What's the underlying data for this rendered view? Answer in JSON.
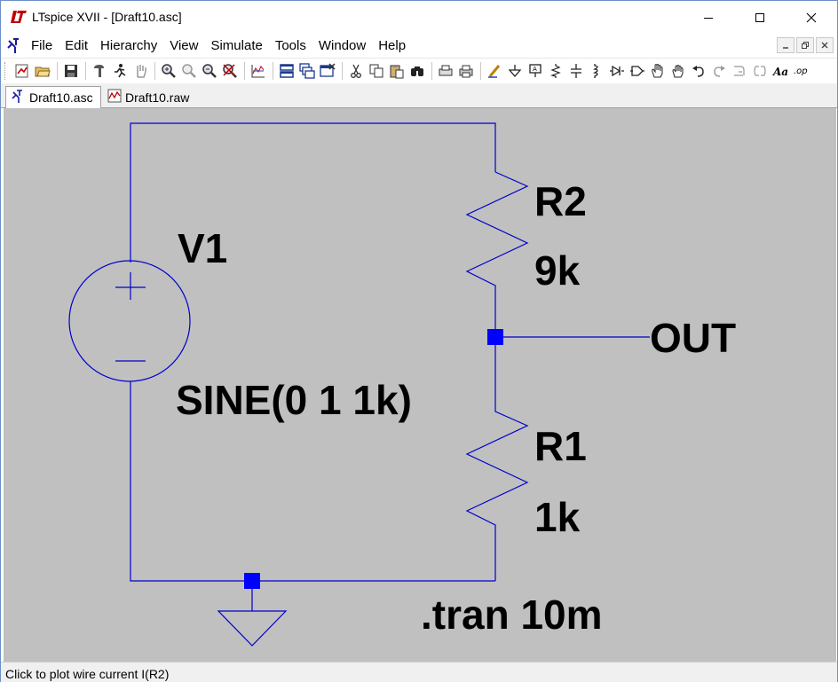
{
  "window": {
    "title": "LTspice XVII - [Draft10.asc]"
  },
  "menu": {
    "items": [
      {
        "label": "File"
      },
      {
        "label": "Edit"
      },
      {
        "label": "Hierarchy"
      },
      {
        "label": "View"
      },
      {
        "label": "Simulate"
      },
      {
        "label": "Tools"
      },
      {
        "label": "Window"
      },
      {
        "label": "Help"
      }
    ]
  },
  "toolbar": {
    "buttons": [
      "new-schematic-icon",
      "open-icon",
      "save-icon",
      "control-panel-icon",
      "run-icon",
      "halt-icon",
      "zoom-in-icon",
      "zoom-pan-icon",
      "zoom-out-icon",
      "zoom-fit-icon",
      "autorange-icon",
      "tile-horizontal-icon",
      "cascade-icon",
      "close-all-icon",
      "cut-icon",
      "copy-icon",
      "paste-icon",
      "find-icon",
      "print-setup-icon",
      "print-icon",
      "draw-wire-icon",
      "ground-icon",
      "label-net-icon",
      "resistor-icon",
      "capacitor-icon",
      "inductor-icon",
      "diode-icon",
      "component-icon",
      "move-icon",
      "drag-icon",
      "undo-icon",
      "redo-icon",
      "rotate-icon",
      "mirror-icon",
      "text-icon",
      "spice-directive-icon"
    ]
  },
  "tabs": [
    {
      "label": "Draft10.asc",
      "active": true,
      "icon": "schematic-icon"
    },
    {
      "label": "Draft10.raw",
      "active": false,
      "icon": "waveform-icon"
    }
  ],
  "schematic": {
    "source": {
      "name": "V1",
      "value": "SINE(0 1 1k)"
    },
    "r2": {
      "name": "R2",
      "value": "9k"
    },
    "r1": {
      "name": "R1",
      "value": "1k"
    },
    "net_label": "OUT",
    "directive": ".tran 10m",
    "colors": {
      "wire": "#0000cc",
      "background": "#c0c0c0",
      "junction": "#0000ff",
      "text": "#000000"
    }
  },
  "status": {
    "text": "Click to plot wire current I(R2)"
  }
}
